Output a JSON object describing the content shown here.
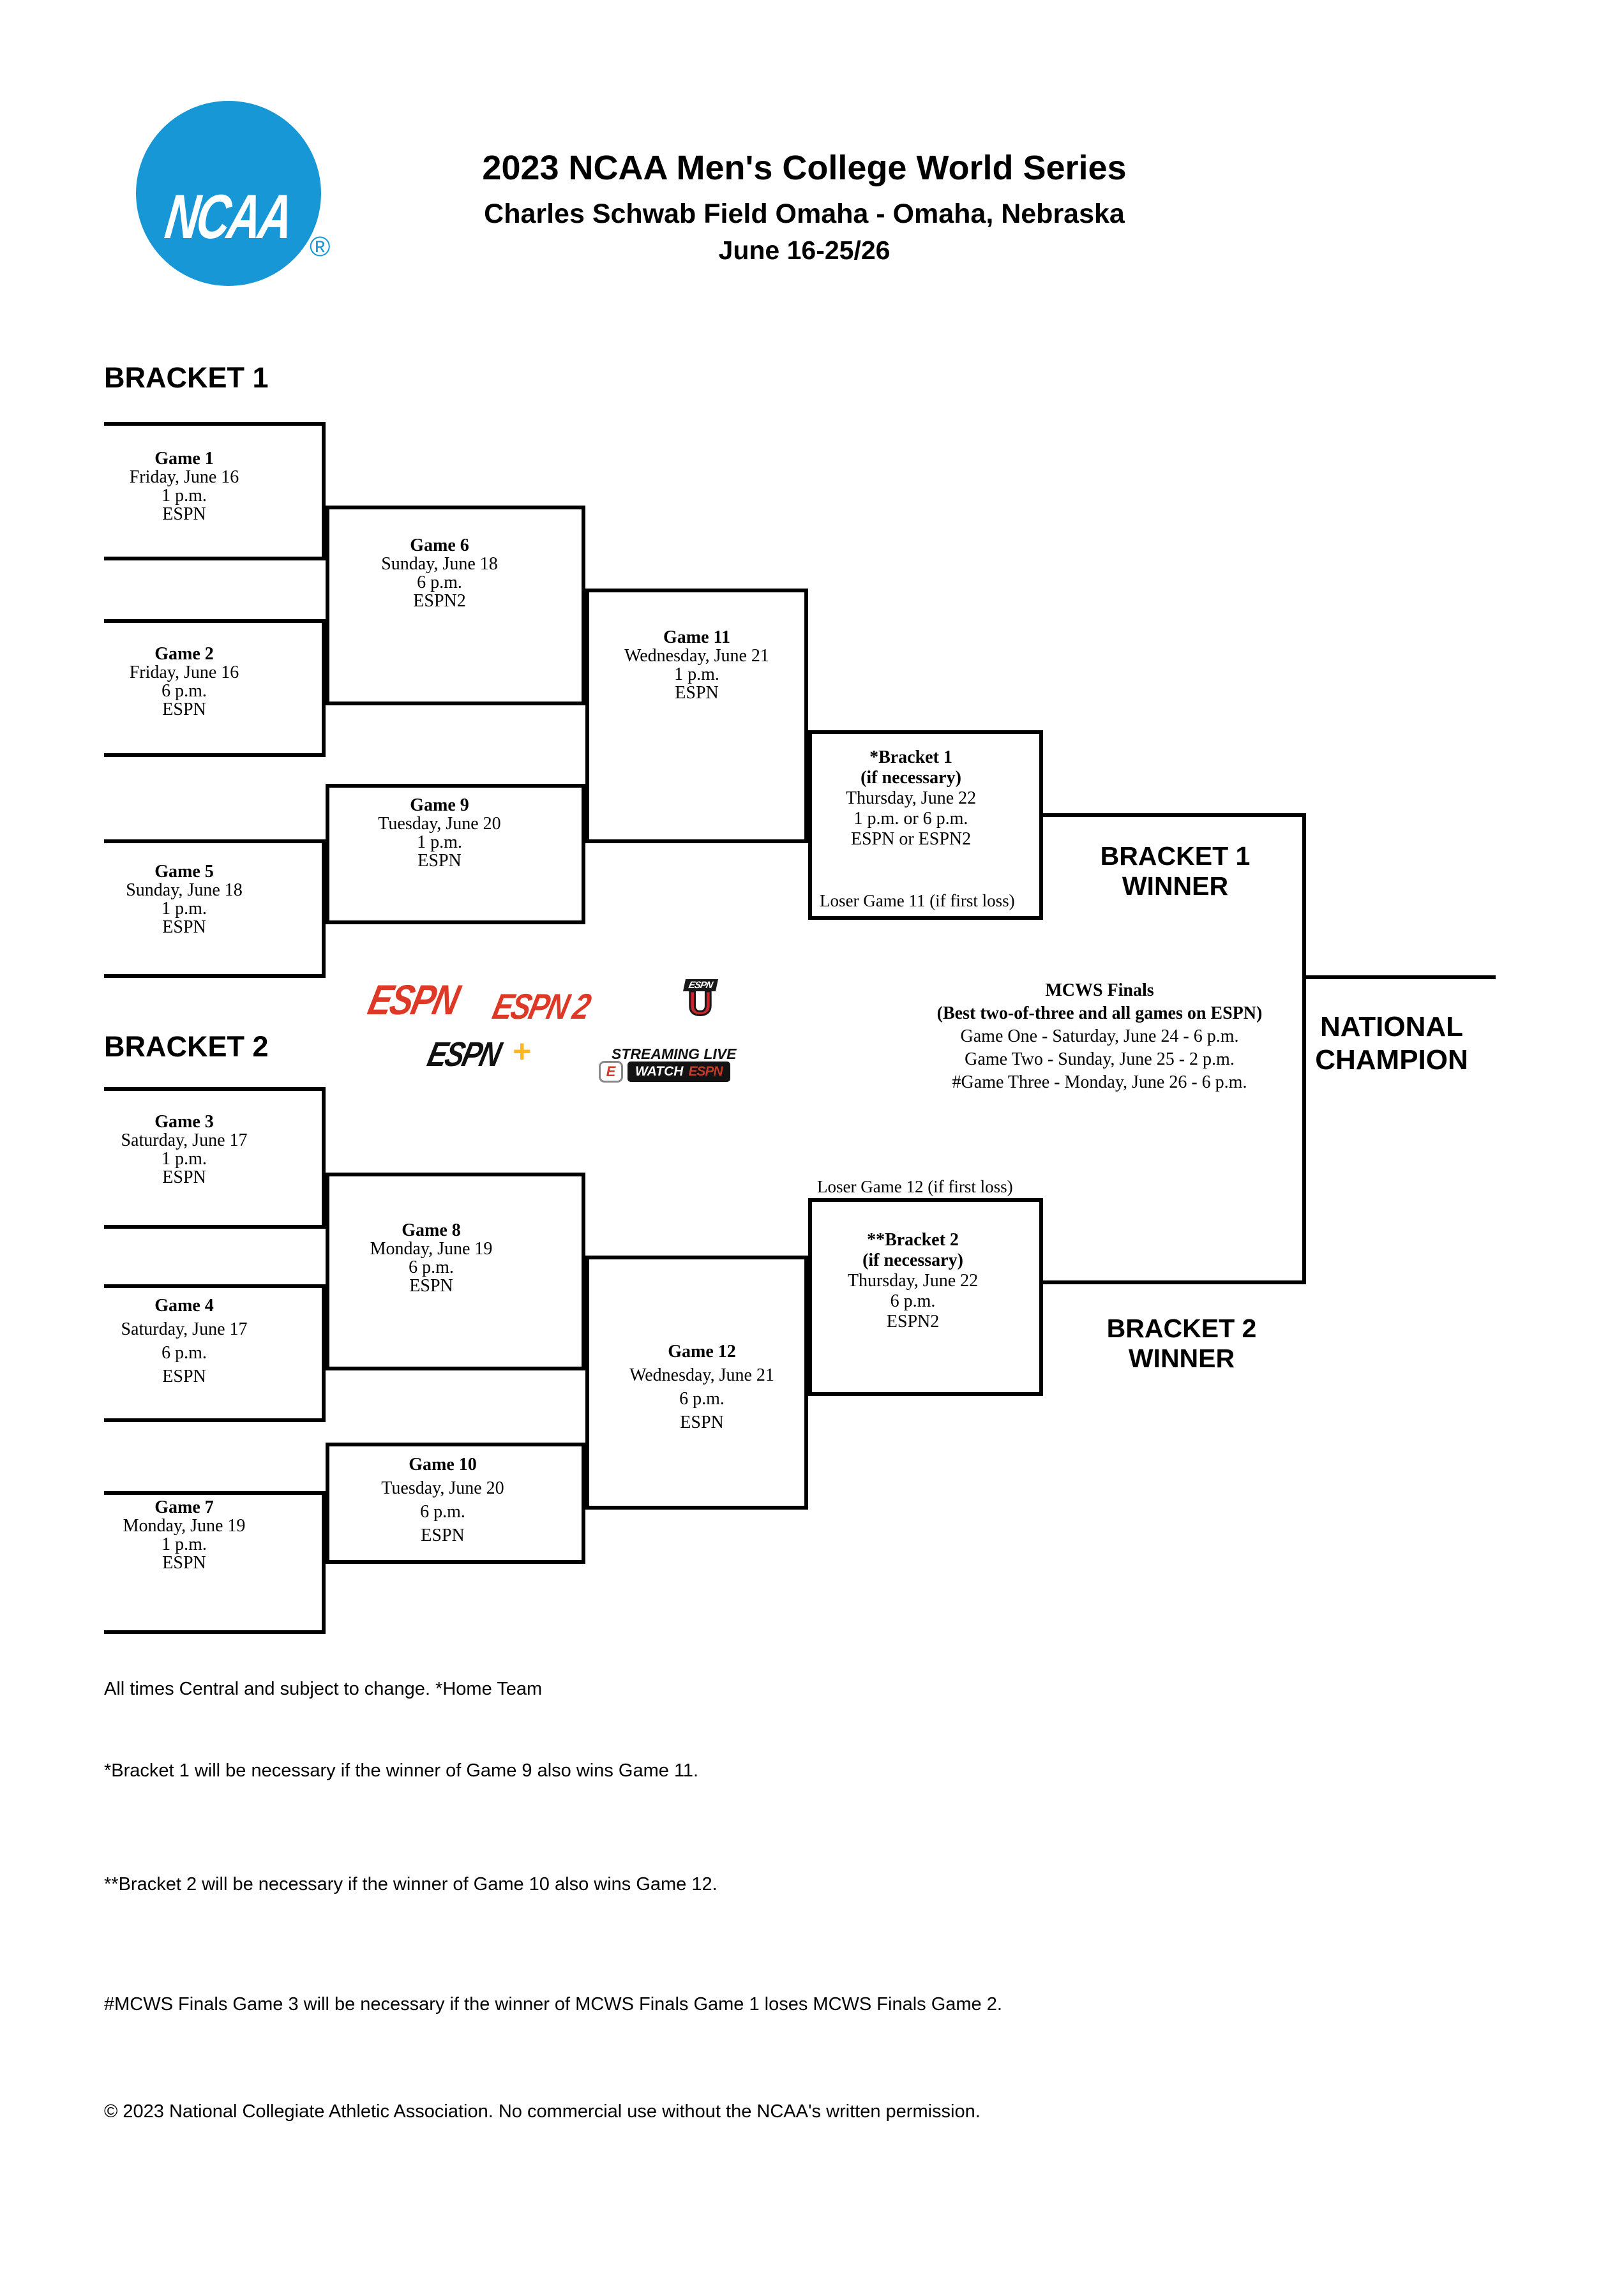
{
  "header": {
    "logo": {
      "text": "NCAA",
      "registered": "®"
    },
    "title": "2023 NCAA Men's College World Series",
    "subtitle": "Charles Schwab Field Omaha - Omaha, Nebraska",
    "dates": "June 16-25/26"
  },
  "bracket1": {
    "label": "BRACKET 1",
    "winner_line1": "BRACKET 1",
    "winner_line2": "WINNER"
  },
  "bracket2": {
    "label": "BRACKET 2",
    "winner_line1": "BRACKET 2",
    "winner_line2": "WINNER"
  },
  "champion": {
    "line1": "NATIONAL",
    "line2": "CHAMPION"
  },
  "games": {
    "g1": {
      "name": "Game 1",
      "date": "Friday, June 16",
      "time": "1 p.m.",
      "network": "ESPN"
    },
    "g2": {
      "name": "Game 2",
      "date": "Friday, June 16",
      "time": "6 p.m.",
      "network": "ESPN"
    },
    "g5": {
      "name": "Game 5",
      "date": "Sunday, June 18",
      "time": "1 p.m.",
      "network": "ESPN"
    },
    "g6": {
      "name": "Game 6",
      "date": "Sunday, June 18",
      "time": "6 p.m.",
      "network": "ESPN2"
    },
    "g9": {
      "name": "Game 9",
      "date": "Tuesday, June 20",
      "time": "1 p.m.",
      "network": "ESPN"
    },
    "g11": {
      "name": "Game 11",
      "date": "Wednesday, June 21",
      "time": "1 p.m.",
      "network": "ESPN"
    },
    "g3": {
      "name": "Game 3",
      "date": "Saturday, June 17",
      "time": "1 p.m.",
      "network": "ESPN"
    },
    "g4": {
      "name": "Game 4",
      "date": "Saturday, June 17",
      "time": "6 p.m.",
      "network": "ESPN"
    },
    "g7": {
      "name": "Game 7",
      "date": "Monday, June 19",
      "time": "1 p.m.",
      "network": "ESPN"
    },
    "g8": {
      "name": "Game 8",
      "date": "Monday, June 19",
      "time": "6 p.m.",
      "network": "ESPN"
    },
    "g10": {
      "name": "Game 10",
      "date": "Tuesday, June 20",
      "time": "6 p.m.",
      "network": "ESPN"
    },
    "g12": {
      "name": "Game 12",
      "date": "Wednesday, June 21",
      "time": "6 p.m.",
      "network": "ESPN"
    }
  },
  "if_necessary": {
    "b1": {
      "name": "*Bracket 1",
      "note": "(if necessary)",
      "date": "Thursday, June 22",
      "time": "1 p.m. or 6 p.m.",
      "network": "ESPN or ESPN2",
      "loser_note": "Loser Game 11 (if first loss)"
    },
    "b2": {
      "name": "**Bracket 2",
      "note": "(if necessary)",
      "date": "Thursday, June 22",
      "time": "6 p.m.",
      "network": "ESPN2",
      "loser_note": "Loser Game 12 (if first loss)"
    }
  },
  "finals": {
    "title": "MCWS Finals",
    "subtitle": "(Best two-of-three and all games on ESPN)",
    "game_one": "Game One - Saturday, June 24 - 6 p.m.",
    "game_two": "Game Two - Sunday, June 25 - 2 p.m.",
    "game_three": "#Game Three - Monday, June 26 - 6 p.m."
  },
  "logos": {
    "espn": "ESPN",
    "espn2": "ESPN 2",
    "espnu": {
      "top": "ESPN",
      "u": "U"
    },
    "espn_plus": {
      "word": "ESPN",
      "plus": "+"
    },
    "watch": {
      "streaming": "STREAMING LIVE",
      "e": "E",
      "watch": "WATCH",
      "espn": "ESPN"
    }
  },
  "footnotes": {
    "times": "All times Central and subject to change. *Home Team",
    "note1": "*Bracket 1 will be necessary if the winner of Game 9 also wins Game 11.",
    "note2": "**Bracket 2 will be necessary if the winner of Game 10 also wins Game 12.",
    "note3": "#MCWS Finals Game 3 will be necessary if the winner of MCWS Finals Game 1 loses MCWS Finals Game 2.",
    "copyright": "© 2023 National Collegiate Athletic Association. No commercial use without the NCAA's written permission."
  },
  "colors": {
    "ncaa_blue": "#1897D6",
    "espn_red": "#DE3826",
    "plus_gold": "#FFB81C"
  }
}
